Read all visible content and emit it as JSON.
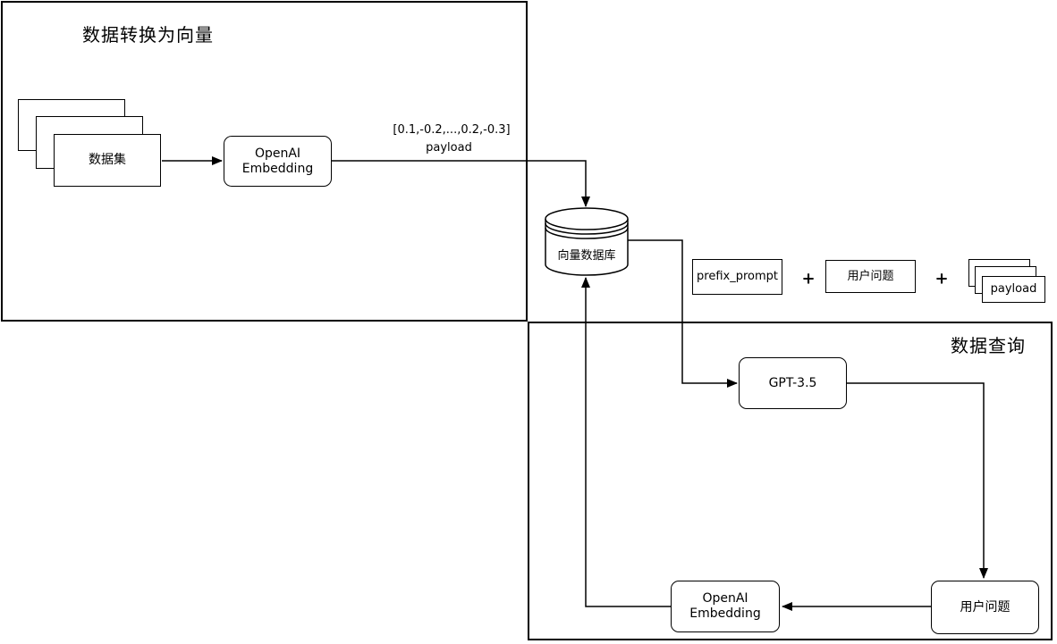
{
  "regions": {
    "vectorize": {
      "title": "数据转换为向量"
    },
    "query": {
      "title": "数据查询"
    }
  },
  "nodes": {
    "dataset": {
      "label": "数据集"
    },
    "openai_embedding_top": {
      "label": "OpenAI Embedding"
    },
    "vector_db": {
      "label": "向量数据库"
    },
    "gpt": {
      "label": "GPT-3.5"
    },
    "openai_embedding_bottom": {
      "label": "OpenAI Embedding"
    },
    "user_question_bottom": {
      "label": "用户问题"
    },
    "prefix_prompt": {
      "label": "prefix_prompt"
    },
    "user_question_top": {
      "label": "用户问题"
    },
    "payload_stack": {
      "label": "payload"
    }
  },
  "edge_labels": {
    "embedding_output_vector": "[0.1,-0.2,...,0.2,-0.3]",
    "embedding_output_payload": "payload"
  },
  "operators": {
    "plus_1": "+",
    "plus_2": "+"
  },
  "colors": {
    "stroke": "#000000",
    "canvas": "#ffffff"
  }
}
